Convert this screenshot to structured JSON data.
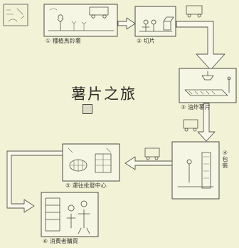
{
  "title": "薯片之旅",
  "steps": [
    {
      "label": "① 種植馬鈴薯"
    },
    {
      "label": "② 切片"
    },
    {
      "label": "③ 油炸薯片"
    },
    {
      "label": "④ 包裝"
    },
    {
      "label": "⑤ 運往批發中心"
    },
    {
      "label": "⑥ 消費者購買"
    }
  ],
  "colors": {
    "paper": "#f2f3d6",
    "ink": "#4b4b44"
  }
}
